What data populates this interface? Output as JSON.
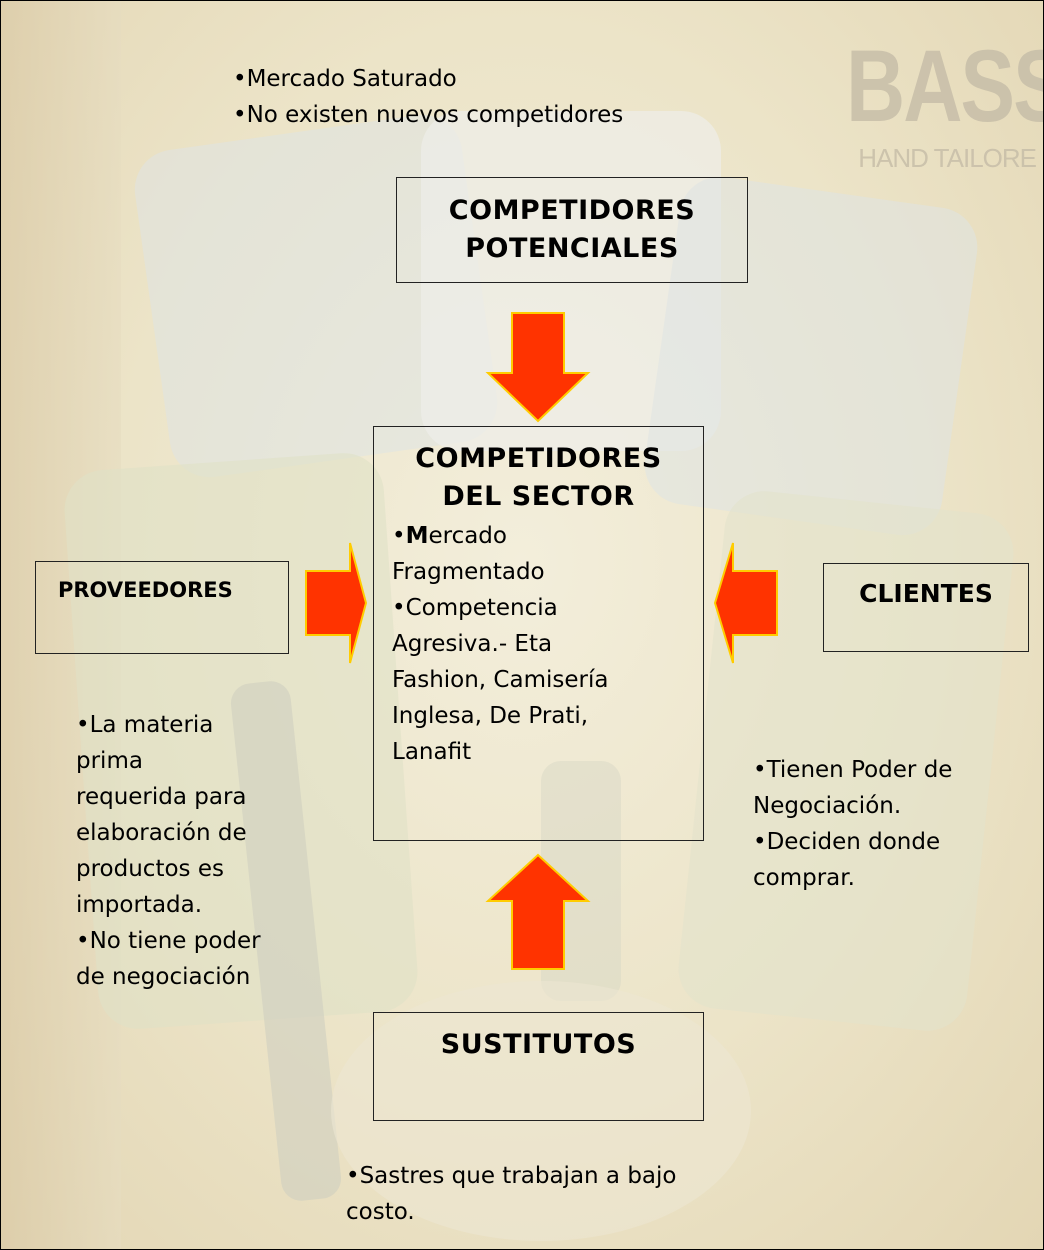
{
  "logo": {
    "main": "BASSIL",
    "sub": "HAND TAILORE"
  },
  "top_notes": [
    "•Mercado Saturado",
    "•No existen nuevos competidores"
  ],
  "boxes": {
    "potenciales": {
      "line1": "COMPETIDORES",
      "line2": "POTENCIALES"
    },
    "sector": {
      "line1": "COMPETIDORES",
      "line2": "DEL SECTOR",
      "items": [
        [
          "•",
          "M",
          "ercado"
        ],
        [
          "Fragmentado"
        ],
        [
          "•Competencia"
        ],
        [
          "Agresiva.- Eta"
        ],
        [
          "Fashion, Camisería"
        ],
        [
          "Inglesa, De Prati,"
        ],
        [
          "Lanafit"
        ]
      ]
    },
    "proveedores": {
      "title": "PROVEEDORES"
    },
    "clientes": {
      "title": "CLIENTES"
    },
    "sustitutos": {
      "title": "SUSTITUTOS"
    }
  },
  "left_notes": [
    "•La materia",
    "prima",
    "requerida para",
    "elaboración de",
    "productos es",
    "importada.",
    "•No tiene poder",
    "de negociación"
  ],
  "right_notes": [
    "•Tienen Poder de",
    "Negociación.",
    "•Deciden donde",
    "comprar."
  ],
  "bottom_notes": [
    "•Sastres que trabajan a bajo",
    "costo."
  ],
  "colors": {
    "arrow_fill": "#ff3300",
    "arrow_edge": "#ffcc00",
    "box_border": "#222222"
  },
  "arrows": [
    "down-arrow",
    "up-arrow",
    "right-arrow",
    "left-arrow"
  ]
}
